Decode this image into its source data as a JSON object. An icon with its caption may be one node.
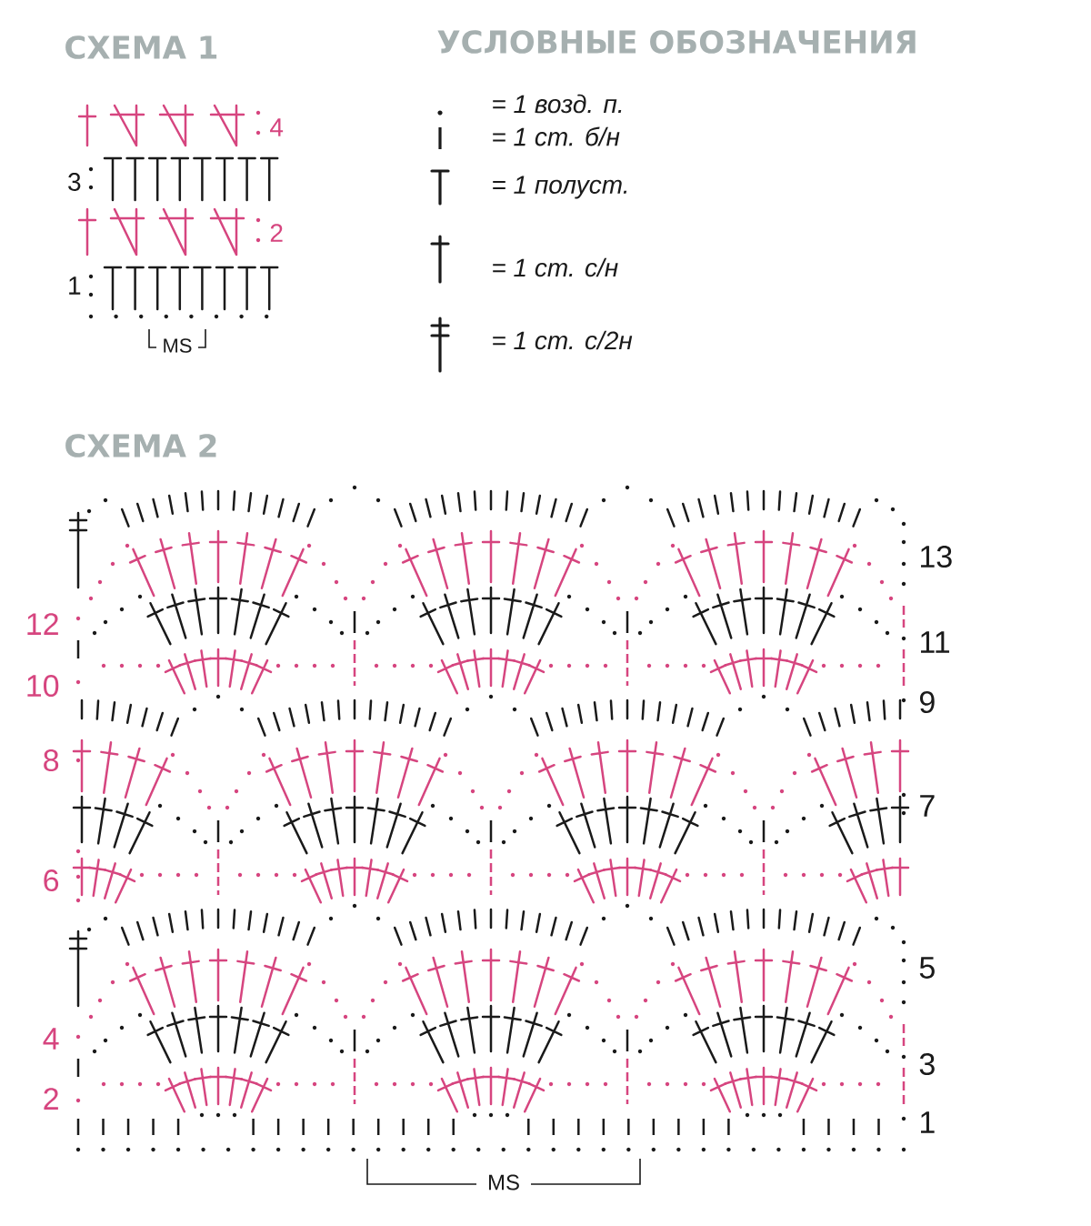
{
  "diagram": {
    "labels": [
      "СХЕМА 1",
      "УСЛОВНЫЕ ОБОЗНАЧЕНИЯ",
      "4",
      "3",
      "2",
      "1",
      "MS",
      "СХЕМА 2",
      "13",
      "12",
      "11",
      "10",
      "9",
      "8",
      "7",
      "6",
      "5",
      "4",
      "3",
      "2",
      "1",
      "MS"
    ],
    "legend": [
      {
        "text": "= 1 возд. п."
      },
      {
        "text": "= 1 ст. б/н"
      },
      {
        "text": "= 1 полуст."
      },
      {
        "text": "= 1 ст. с/н"
      },
      {
        "text": "= 1 ст. с/2н"
      }
    ]
  }
}
